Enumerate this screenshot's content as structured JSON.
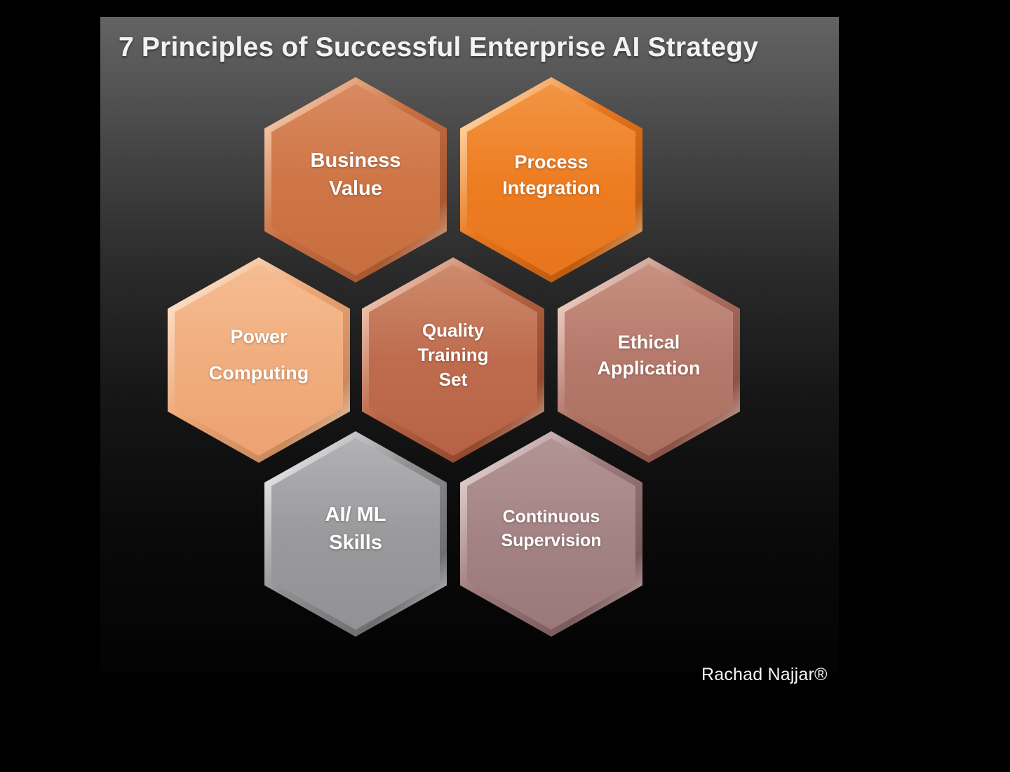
{
  "slide": {
    "title": "7 Principles of Successful Enterprise AI Strategy",
    "attribution": "Rachad Najjar®",
    "background_colors": {
      "top": "#636363",
      "bottom": "#030303",
      "page": "#000000"
    },
    "hexagons": [
      {
        "id": "business-value",
        "label": "Business\nValue",
        "color": "#cf7647"
      },
      {
        "id": "process-integration",
        "label": "Process\nIntegration",
        "color": "#ee7d22"
      },
      {
        "id": "power-computing",
        "label": "Power\nComputing",
        "color": "#f1ad7e"
      },
      {
        "id": "quality-training-set",
        "label": "Quality\nTraining\nSet",
        "color": "#bf6c4e"
      },
      {
        "id": "ethical-application",
        "label": "Ethical\nApplication",
        "color": "#b5796b"
      },
      {
        "id": "ai-ml-skills",
        "label": "AI/ ML\nSkills",
        "color": "#9a9a9c"
      },
      {
        "id": "continuous-supervision",
        "label": "Continuous\nSupervision",
        "color": "#a48384"
      }
    ],
    "text_color": "#ffffff"
  }
}
